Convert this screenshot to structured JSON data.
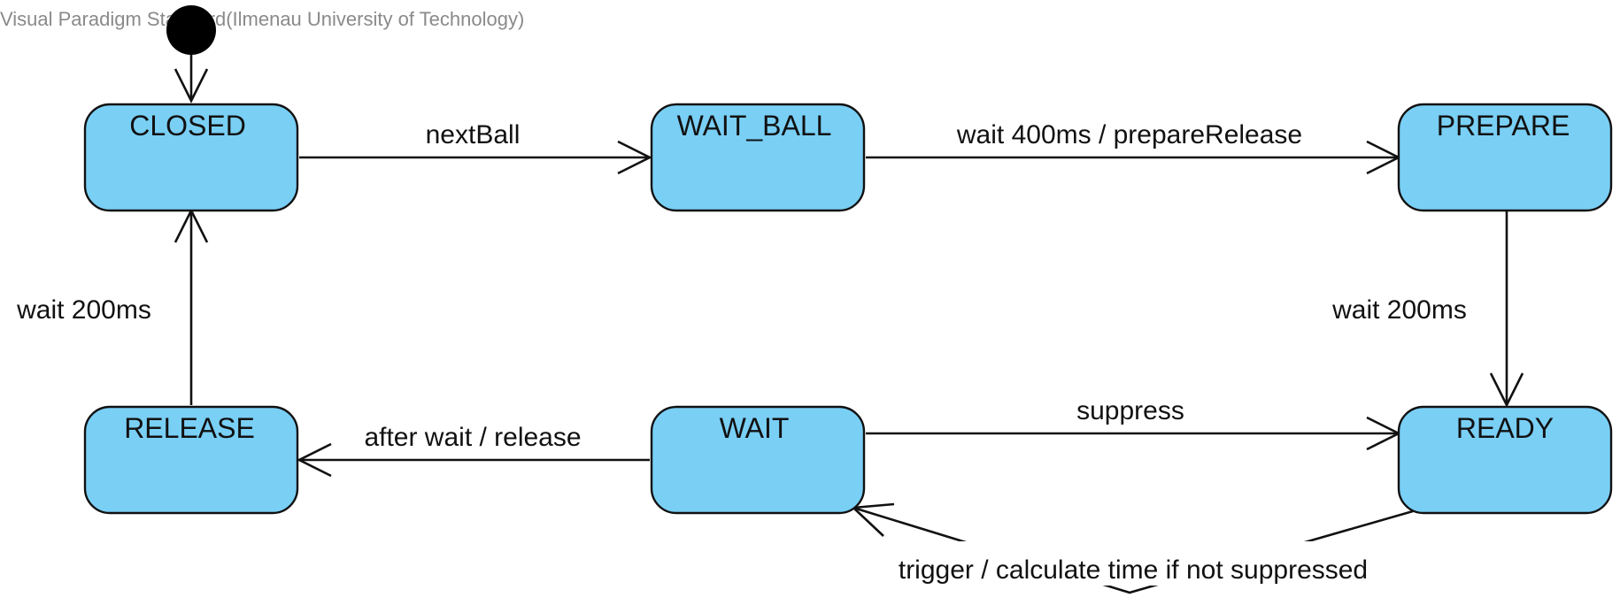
{
  "watermark": "Visual Paradigm Standard(Ilmenau University of Technology)",
  "states": {
    "closed": "CLOSED",
    "wait_ball": "WAIT_BALL",
    "prepare": "PREPARE",
    "release": "RELEASE",
    "wait": "WAIT",
    "ready": "READY"
  },
  "transitions": {
    "closed_to_wait_ball": "nextBall",
    "wait_ball_to_prepare": "wait 400ms / prepareRelease",
    "prepare_to_ready": "wait 200ms",
    "release_to_closed": "wait 200ms",
    "wait_to_release": "after wait / release",
    "wait_to_ready": "suppress",
    "ready_to_wait": "trigger / calculate time if not suppressed"
  },
  "colors": {
    "state_fill": "#7acff5",
    "stroke": "#111111",
    "watermark": "#8a8a8a"
  }
}
